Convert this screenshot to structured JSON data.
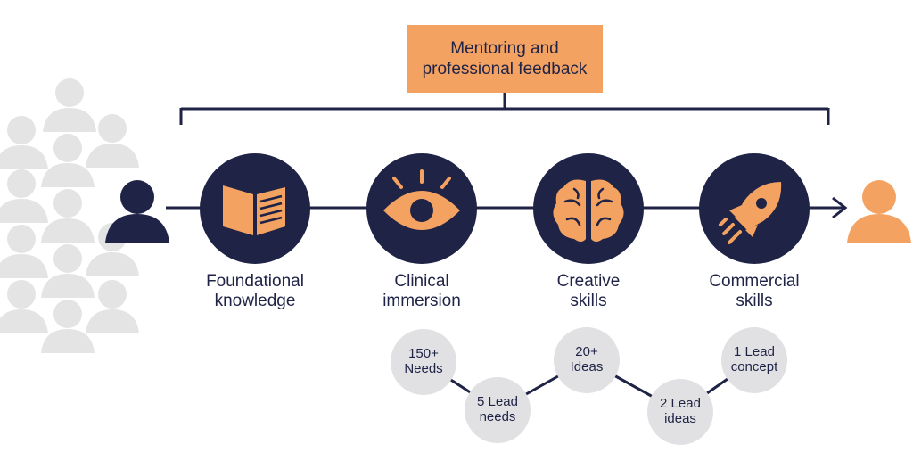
{
  "header_box": {
    "line1": "Mentoring and",
    "line2": "professional feedback"
  },
  "stages": [
    {
      "line1": "Foundational",
      "line2": "knowledge",
      "icon": "book-icon"
    },
    {
      "line1": "Clinical",
      "line2": "immersion",
      "icon": "eye-icon"
    },
    {
      "line1": "Creative",
      "line2": "skills",
      "icon": "brain-icon"
    },
    {
      "line1": "Commercial",
      "line2": "skills",
      "icon": "rocket-icon"
    }
  ],
  "funnel": [
    {
      "line1": "150+",
      "line2": "Needs"
    },
    {
      "line1": "5 Lead",
      "line2": "needs"
    },
    {
      "line1": "20+",
      "line2": "Ideas"
    },
    {
      "line1": "2 Lead",
      "line2": "ideas"
    },
    {
      "line1": "1 Lead",
      "line2": "concept"
    }
  ],
  "colors": {
    "navy": "#1f2346",
    "orange": "#f4a261",
    "crowd_gray": "#e4e4e4",
    "bubble_gray": "#e1e1e3"
  }
}
